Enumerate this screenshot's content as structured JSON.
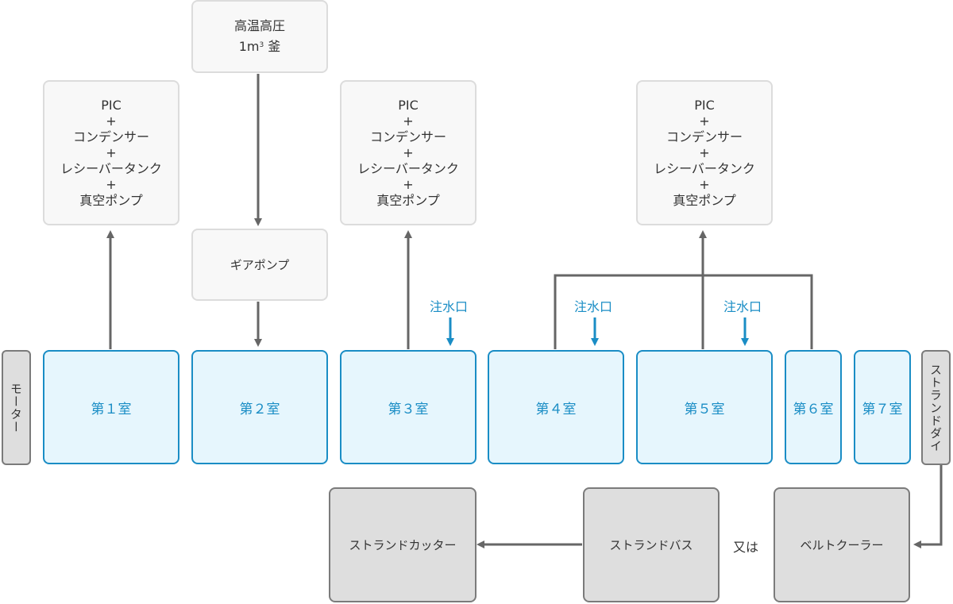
{
  "colors": {
    "room_blue": "#1a8dc5",
    "room_fill": "#e6f6fd",
    "connector": "#666666",
    "gray_border": "#7b7b7b"
  },
  "vessel": {
    "line1": "高温高圧",
    "line2": "1m",
    "sup": "3",
    "line3": "釜"
  },
  "pic": [
    "PIC",
    "+",
    "コンデンサー",
    "+",
    "レシーバータンク",
    "+",
    "真空ポンプ"
  ],
  "gear_pump": "ギアポンプ",
  "water_inlet": "注水口",
  "rooms": [
    "第１室",
    "第２室",
    "第３室",
    "第４室",
    "第５室",
    "第６室",
    "第７室"
  ],
  "motor": "モーター",
  "strand_die": "ストランドダイ",
  "strand_cutter": "ストランドカッター",
  "strand_bath": "ストランドバス",
  "or_text": "又は",
  "belt_cooler": "ベルトクーラー"
}
